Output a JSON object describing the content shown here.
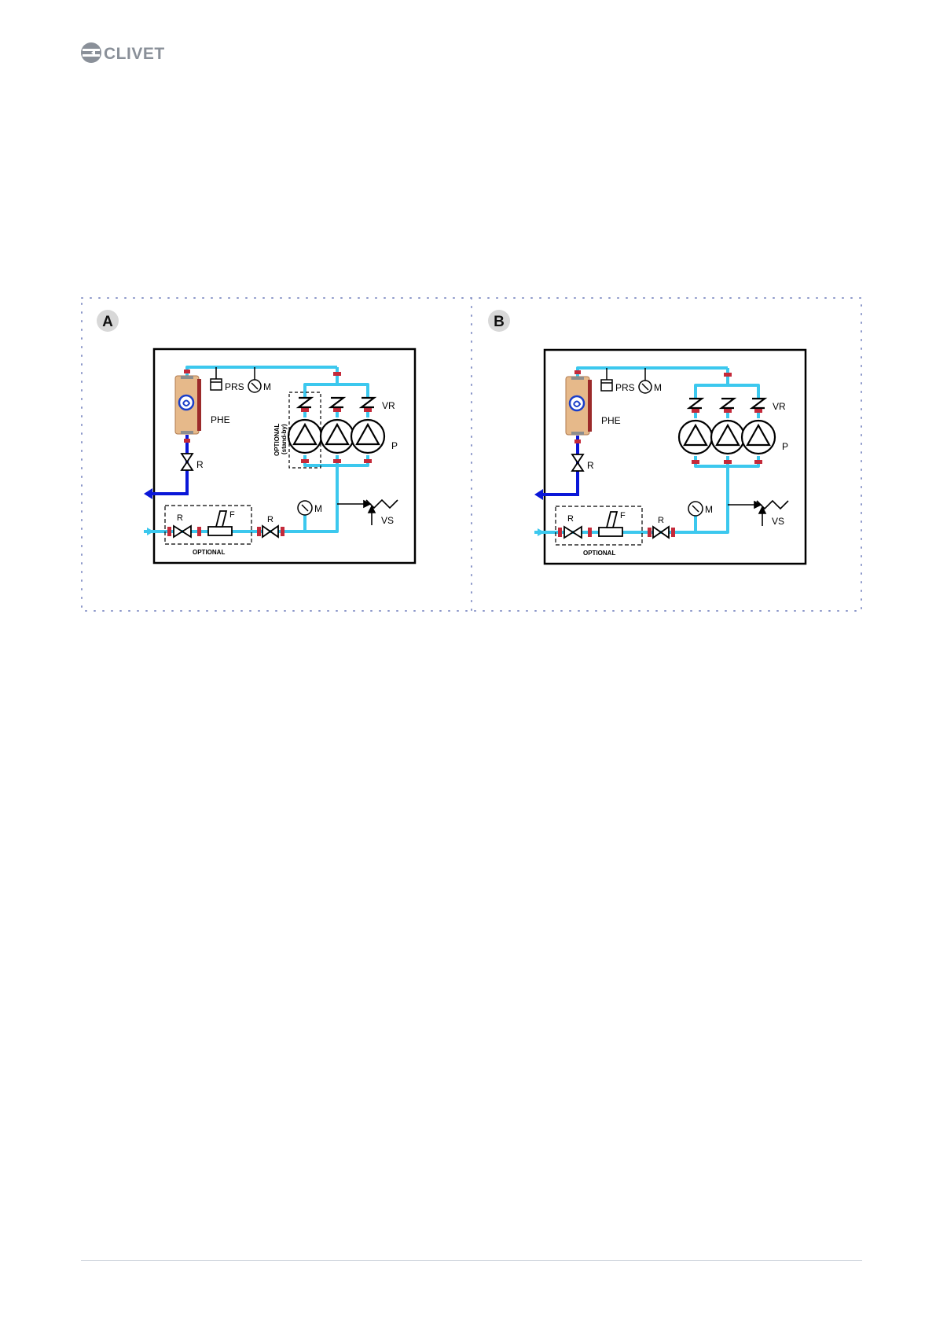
{
  "brand": {
    "name": "CLIVET",
    "accent": "#8a9099"
  },
  "colors": {
    "water": "#3cc8ee",
    "return": "#0a17d8",
    "line": "#000000",
    "flange": "#c42a3a",
    "dots": "#8b97c9"
  },
  "panels": [
    {
      "id": "A",
      "labels": {
        "prs": "PRS",
        "m_top": "M",
        "phe": "PHE",
        "vr": "VR",
        "p": "P",
        "r_phe": "R",
        "r_filter": "R",
        "f": "F",
        "r_valve": "R",
        "m_bottom": "M",
        "vs": "VS",
        "optional": "OPTIONAL",
        "standby_1": "OPTIONAL",
        "standby_2": "(stand-by)"
      }
    },
    {
      "id": "B",
      "labels": {
        "prs": "PRS",
        "m_top": "M",
        "phe": "PHE",
        "vr": "VR",
        "p": "P",
        "r_phe": "R",
        "r_filter": "R",
        "f": "F",
        "r_valve": "R",
        "m_bottom": "M",
        "vs": "VS",
        "optional": "OPTIONAL"
      }
    }
  ]
}
